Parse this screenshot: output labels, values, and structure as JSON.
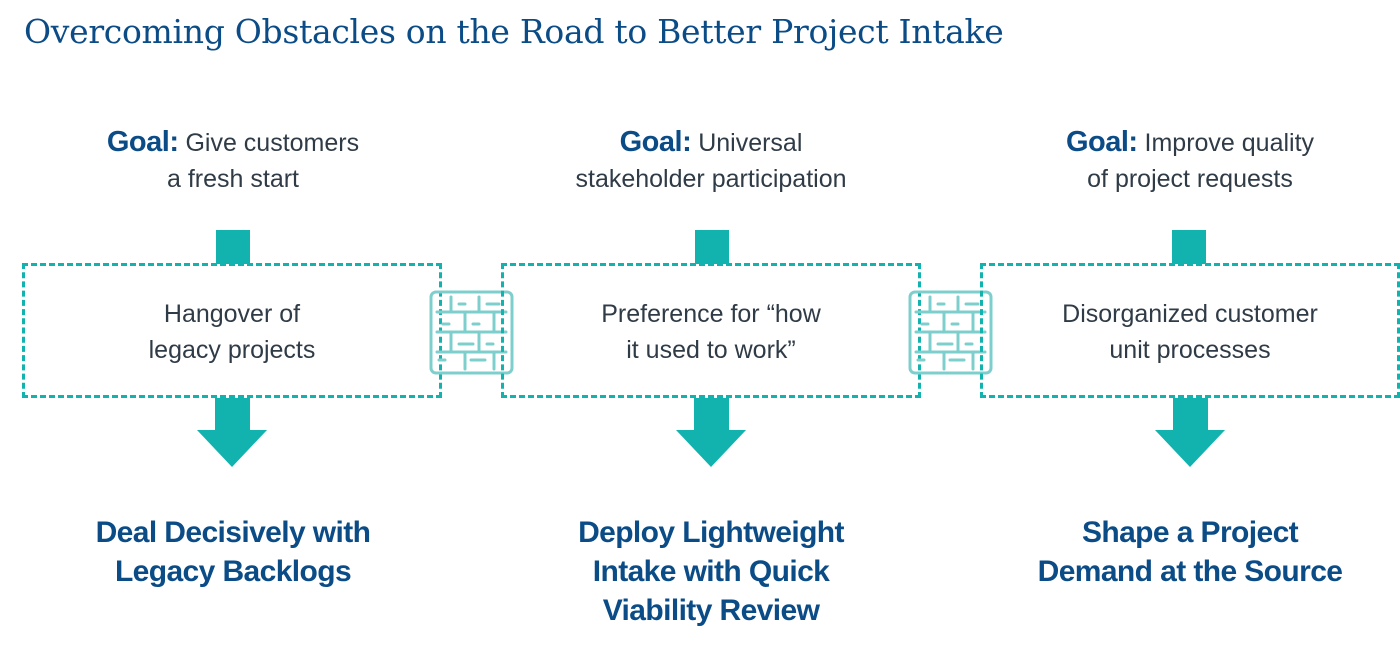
{
  "title": "Overcoming Obstacles on the Road to Better Project Intake",
  "colors": {
    "title": "#0b4c87",
    "text": "#2f3b46",
    "teal": "#12b2ae",
    "wall": "#7ccfcc"
  },
  "columns": [
    {
      "goal_label": "Goal:",
      "goal_line1": "Give customers",
      "goal_line2": "a fresh start",
      "obstacle_line1": "Hangover of",
      "obstacle_line2": "legacy projects",
      "outcome_line1": "Deal Decisively with",
      "outcome_line2": "Legacy Backlogs",
      "outcome_line3": ""
    },
    {
      "goal_label": "Goal:",
      "goal_line1": "Universal",
      "goal_line2": "stakeholder participation",
      "obstacle_line1": "Preference for “how",
      "obstacle_line2": "it used to work”",
      "outcome_line1": "Deploy Lightweight",
      "outcome_line2": "Intake with Quick",
      "outcome_line3": "Viability Review"
    },
    {
      "goal_label": "Goal:",
      "goal_line1": "Improve quality",
      "goal_line2": "of project requests",
      "obstacle_line1": "Disorganized customer",
      "obstacle_line2": "unit processes",
      "outcome_line1": "Shape a Project",
      "outcome_line2": "Demand at the Source",
      "outcome_line3": ""
    }
  ],
  "icons": {
    "separator": "brick-wall-icon",
    "flow": "down-arrow-icon"
  }
}
